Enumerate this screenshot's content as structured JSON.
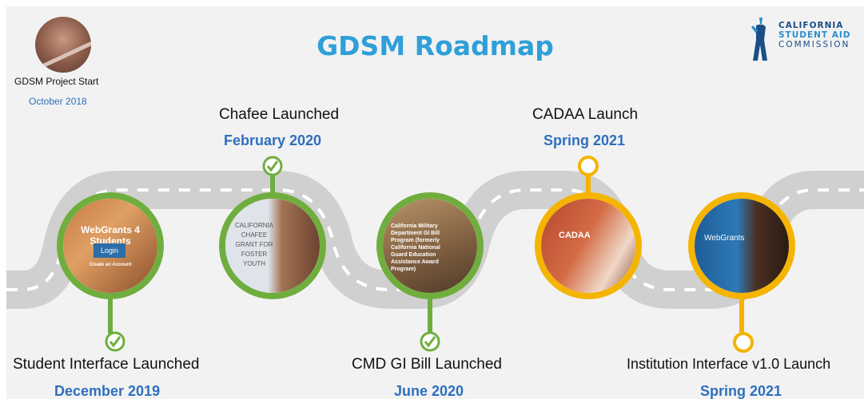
{
  "title": "GDSM Roadmap",
  "logo": {
    "line1": "CALIFORNIA",
    "line2": "STUDENT AID",
    "line3": "COMMISSION"
  },
  "start": {
    "name": "GDSM Project Start",
    "date": "October 2018"
  },
  "milestones": [
    {
      "name": "Student Interface Launched",
      "date": "December 2019",
      "status": "done",
      "image_text": "WebGrants 4 Students",
      "button": "Login",
      "sub": "Create an Account"
    },
    {
      "name": "Chafee Launched",
      "date": "February 2020",
      "status": "done",
      "image_text": "CALIFORNIA CHAFEE GRANT FOR FOSTER YOUTH"
    },
    {
      "name": "CMD GI Bill Launched",
      "date": "June 2020",
      "status": "done",
      "image_text": "California Military Department GI Bill Program (formerly California National Guard Education Assistance Award Program)"
    },
    {
      "name": "CADAA Launch",
      "date": "Spring 2021",
      "status": "planned",
      "image_text": "CADAA"
    },
    {
      "name": "Institution Interface v1.0 Launch",
      "date": "Spring 2021",
      "status": "planned",
      "image_text": "WebGrants"
    }
  ],
  "colors": {
    "done": "#6fae3e",
    "planned": "#f4b400",
    "track": "#cfcfcf",
    "title": "#2f9fd8",
    "date": "#2f6fbe"
  }
}
